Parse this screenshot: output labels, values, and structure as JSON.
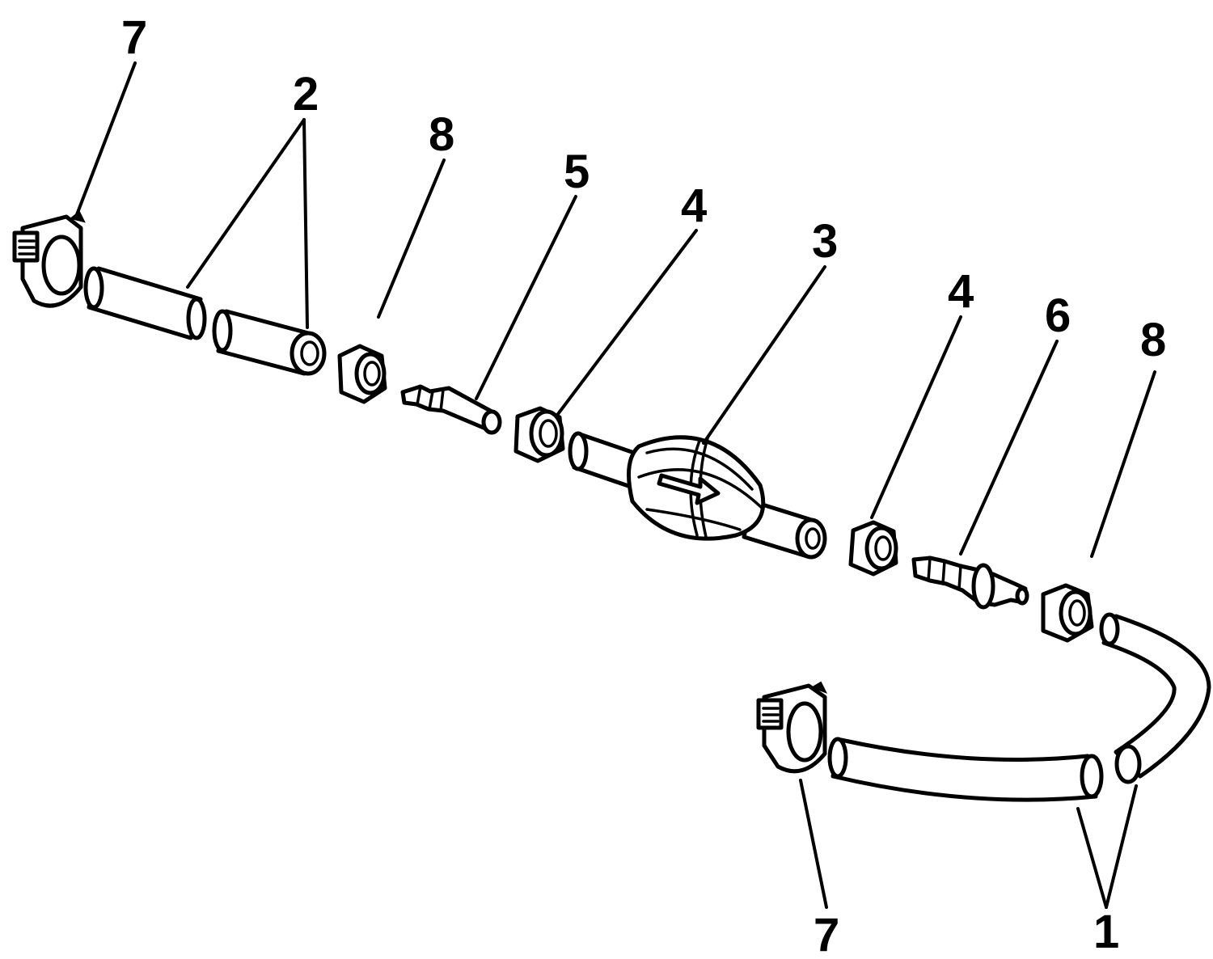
{
  "callouts": {
    "clamp_top": "7",
    "hose_top": "2",
    "nut_left": "8",
    "fitting_left": "5",
    "washer_left": "4",
    "bulb": "3",
    "washer_right": "4",
    "fitting_right": "6",
    "nut_right": "8",
    "clamp_bottom": "7",
    "hose_bottom": "1"
  }
}
